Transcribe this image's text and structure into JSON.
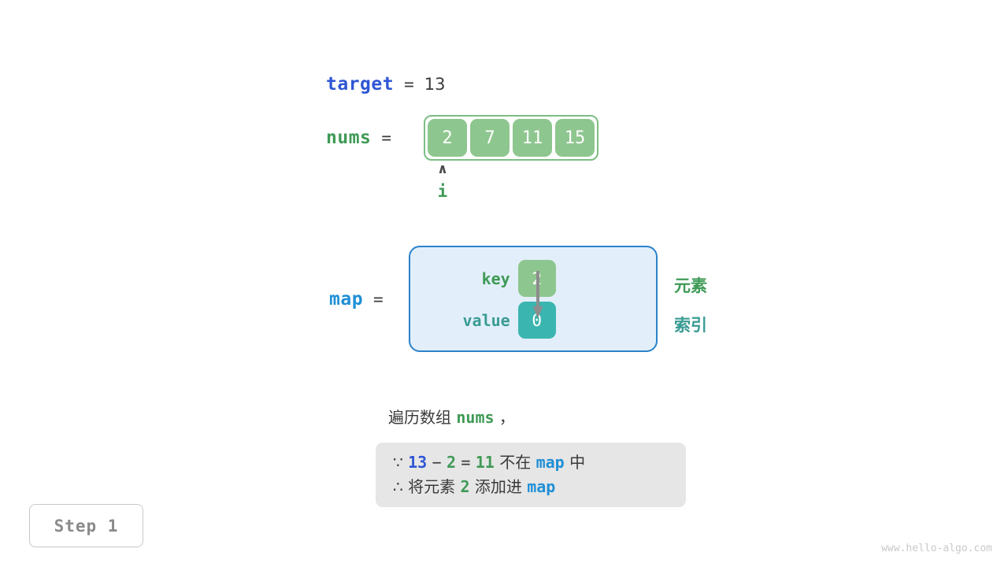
{
  "target": {
    "label": "target",
    "equals": "=",
    "value": "13"
  },
  "nums": {
    "label": "nums",
    "equals": "=",
    "cells": [
      "2",
      "7",
      "11",
      "15"
    ]
  },
  "pointer": {
    "caret": "∧",
    "label": "i"
  },
  "map": {
    "label": "map",
    "equals": "=",
    "key_label": "key",
    "value_label": "value",
    "key_cell": "2",
    "value_cell": "0"
  },
  "legend": {
    "element": "元素",
    "index": "索引"
  },
  "caption": {
    "prefix": "遍历数组",
    "keyword": "nums",
    "suffix": "，"
  },
  "explanation": {
    "line1": {
      "symbol": "∵",
      "a": "13",
      "minus": "−",
      "b": "2",
      "eq": "=",
      "c": "11",
      "text_mid": "不在",
      "map": "map",
      "text_end": "中"
    },
    "line2": {
      "symbol": "∴",
      "text_start": "将元素",
      "num": "2",
      "text_mid": "添加进",
      "map": "map"
    }
  },
  "step_badge": "Step 1",
  "watermark": "www.hello-algo.com",
  "colors": {
    "blue_keyword": "#2f56d4",
    "map_blue": "#1f8fd6",
    "green_keyword": "#3f9a56",
    "teal": "#3a9b94",
    "cell_green": "#8ec68f",
    "cell_teal": "#3bb5b0",
    "map_box_fill": "#e2effa",
    "map_box_border": "#2b82cc",
    "explain_box_bg": "#e6e6e6"
  }
}
